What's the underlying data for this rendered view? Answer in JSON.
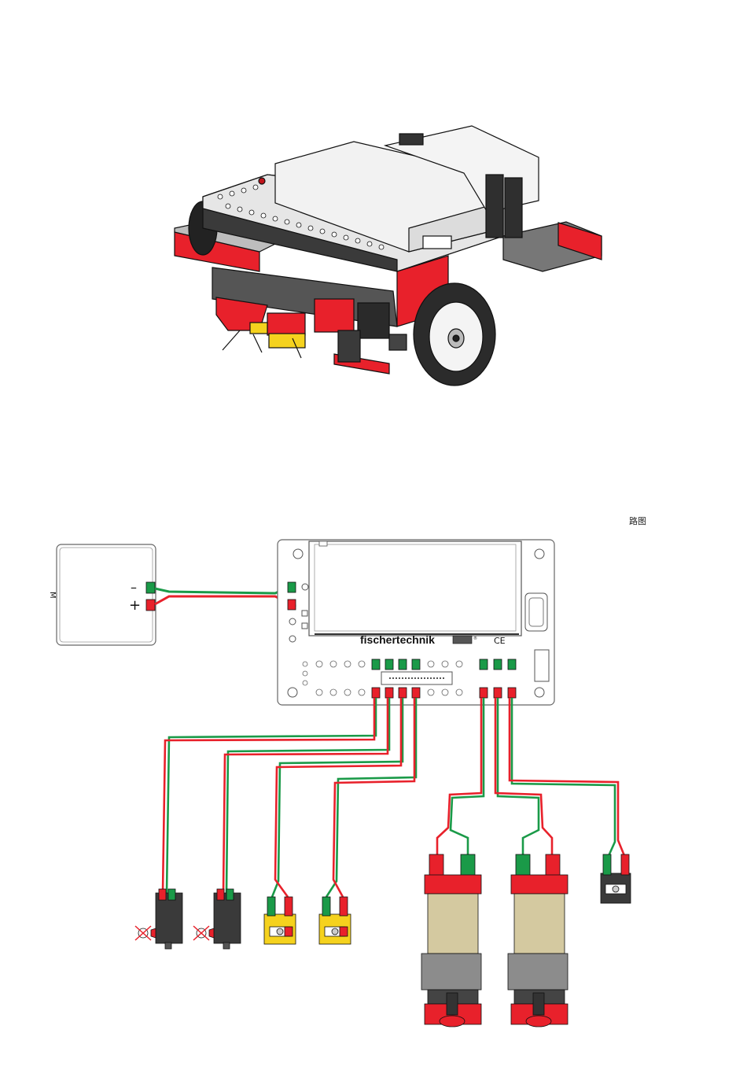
{
  "wiring_label": "路图",
  "battery": {
    "minus": "–",
    "plus": "+",
    "side_mark": "M"
  },
  "controller": {
    "brand": "fischertechnik",
    "ce_mark": "CE",
    "registered": "®"
  },
  "colors": {
    "red": "#e8212b",
    "green": "#1a9a48",
    "dark": "#3c3c3c",
    "tan": "#d4c9a0",
    "grey": "#8c8c8c",
    "yellow": "#f5d21e"
  }
}
